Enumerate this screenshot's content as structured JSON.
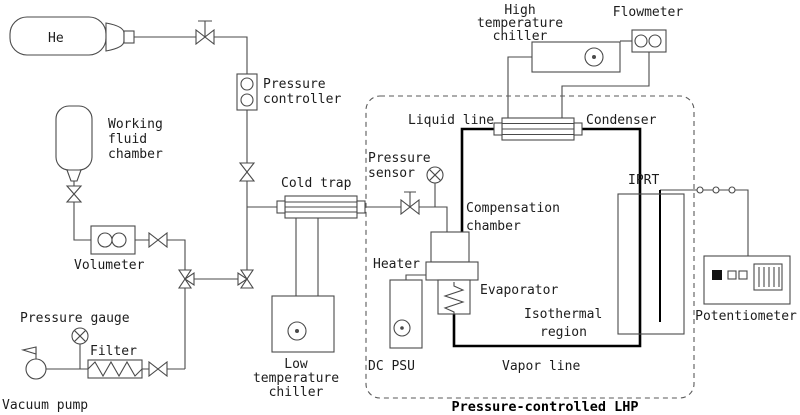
{
  "diagram": {
    "title_label": "Pressure-controlled LHP",
    "background_color": "#ffffff",
    "pipe_color": "#4a4a4a",
    "loop_pipe_color": "#000000",
    "boundary_style": "dashed",
    "text_color": "#1c1c1c"
  },
  "labels": {
    "he": "He",
    "pressure_controller": [
      "Pressure",
      "controller"
    ],
    "working_fluid_chamber": [
      "Working",
      "fluid",
      "chamber"
    ],
    "volumeter": "Volumeter",
    "pressure_gauge": "Pressure gauge",
    "filter": "Filter",
    "vacuum_pump": "Vacuum pump",
    "cold_trap": "Cold trap",
    "low_temperature_chiller": [
      "Low",
      "temperature",
      "chiller"
    ],
    "high_temperature_chiller": [
      "High",
      "temperature",
      "chiller"
    ],
    "flowmeter": "Flowmeter",
    "liquid_line": "Liquid line",
    "condenser": "Condenser",
    "pressure_sensor": [
      "Pressure",
      "sensor"
    ],
    "compensation_chamber": [
      "Compensation",
      "chamber"
    ],
    "heater": "Heater",
    "evaporator": "Evaporator",
    "isothermal_region": [
      "Isothermal",
      "region"
    ],
    "iprt": "IPRT",
    "dc_psu": "DC PSU",
    "vapor_line": "Vapor line",
    "potentiometer": "Potentiometer"
  }
}
